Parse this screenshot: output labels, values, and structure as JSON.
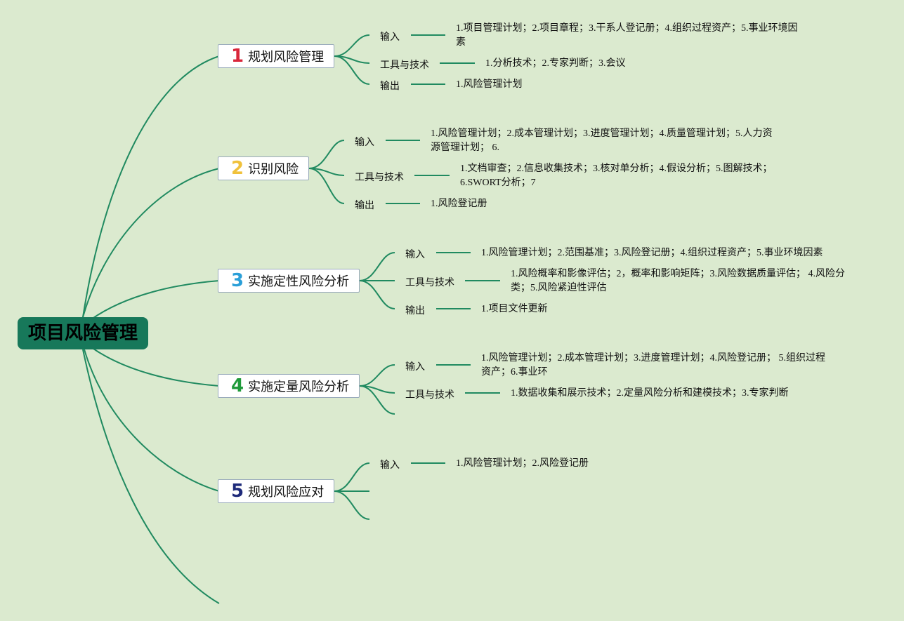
{
  "root": "项目风险管理",
  "colors": {
    "background": "#dbeacf",
    "line": "#208a60",
    "root_fill": "#17785a"
  },
  "topics": [
    {
      "num": "1",
      "num_color": "#d9263a",
      "label": "规划风险管理",
      "input": "输入",
      "input_text": "1.项目管理计划；2.项目章程；3.干系人登记册；4.组织过程资产；5.事业环境因素",
      "tools": "工具与技术",
      "tools_text": "1.分析技术；2.专家判断；3.会议",
      "output": "输出",
      "output_text": "1.风险管理计划"
    },
    {
      "num": "2",
      "num_color": "#f0c13b",
      "label": "识别风险",
      "input": "输入",
      "input_text": "1.风险管理计划；2.成本管理计划；3.进度管理计划；4.质量管理计划；5.人力资源管理计划； 6.",
      "tools": "工具与技术",
      "tools_text": "1.文档审查；2.信息收集技术；3.核对单分析；4.假设分析；5.图解技术；6.SWORT分析；7",
      "output": "输出",
      "output_text": "1.风险登记册"
    },
    {
      "num": "3",
      "num_color": "#2a9fd8",
      "label": "实施定性风险分析",
      "input": "输入",
      "input_text": "1.风险管理计划；2.范围基准；3.风险登记册；4.组织过程资产；5.事业环境因素",
      "tools": "工具与技术",
      "tools_text": "1.风险概率和影像评估；2，概率和影响矩阵；3.风险数据质量评估； 4.风险分类；5.风险紧迫性评估",
      "output": "输出",
      "output_text": "1.项目文件更新"
    },
    {
      "num": "4",
      "num_color": "#1f9a3a",
      "label": "实施定量风险分析",
      "input": "输入",
      "input_text": "1.风险管理计划；2.成本管理计划；3.进度管理计划；4.风险登记册； 5.组织过程资产；6.事业环",
      "tools": "工具与技术",
      "tools_text": "1.数据收集和展示技术；2.定量风险分析和建模技术；3.专家判断"
    },
    {
      "num": "5",
      "num_color": "#1e2a7a",
      "label": "规划风险应对",
      "input": "输入",
      "input_text": "1.风险管理计划；2.风险登记册"
    }
  ]
}
